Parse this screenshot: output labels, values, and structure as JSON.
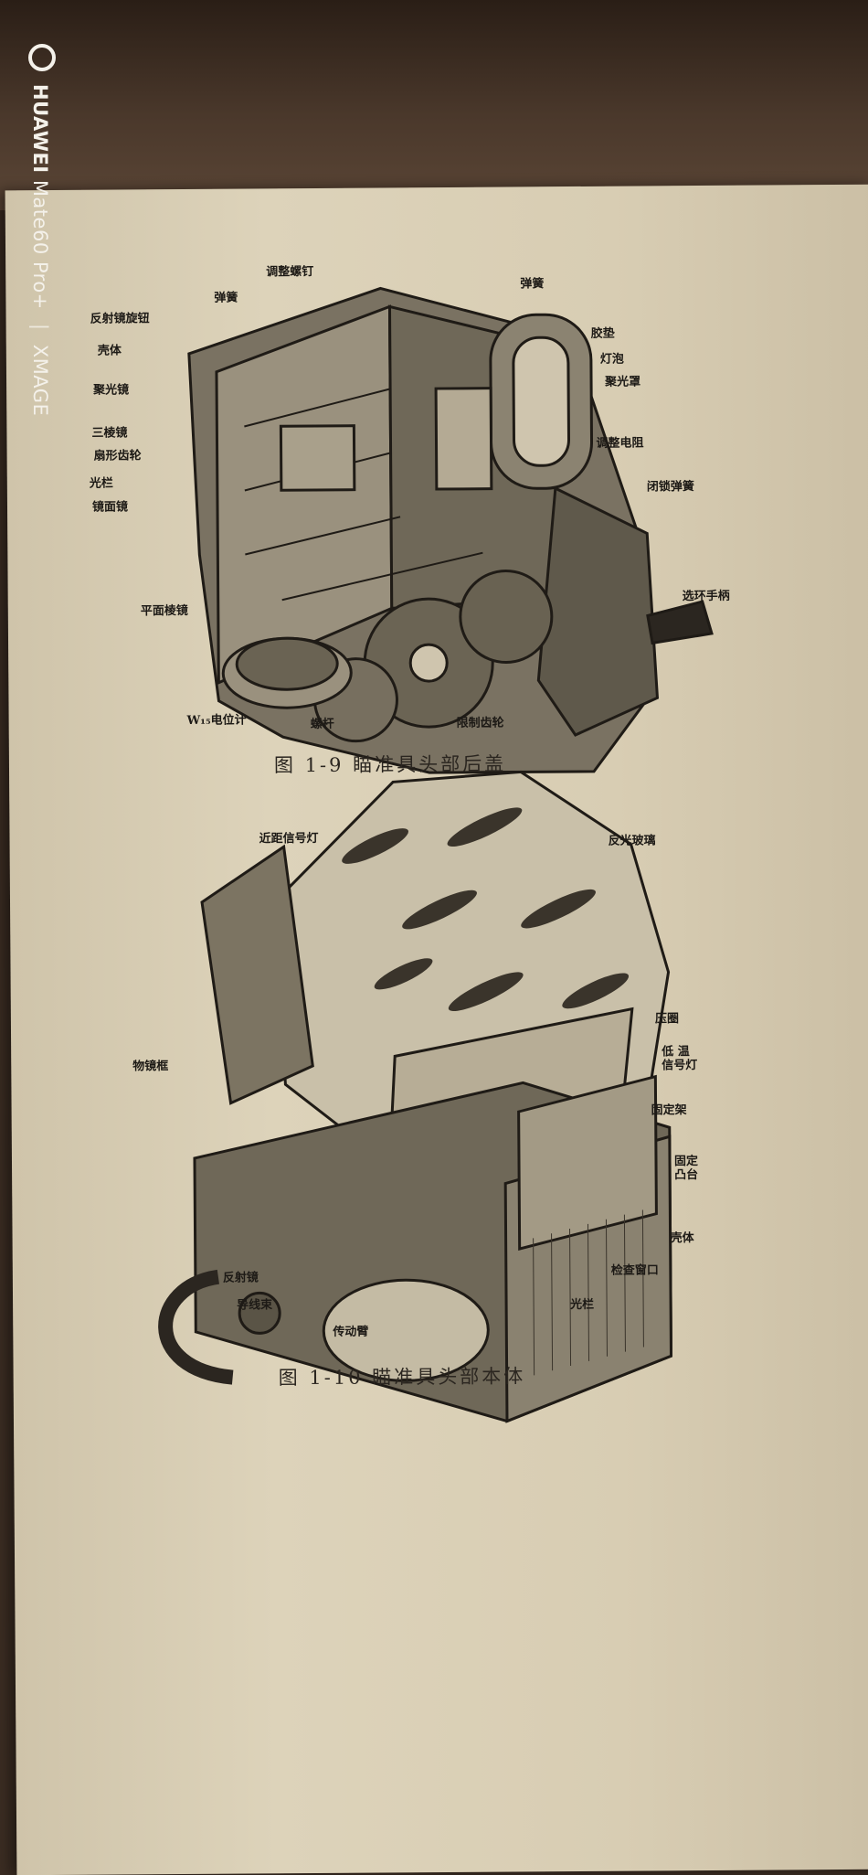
{
  "watermark": {
    "brand": "HUAWEI",
    "model": "Mate60 Pro+",
    "separator": "|",
    "camera": "XMAGE"
  },
  "figure_1_9": {
    "caption": "图 1-9   瞄准具头部后盖",
    "labels": {
      "adjust_screw": "调整螺钉",
      "spring_top": "弹簧",
      "spring_right": "弹簧",
      "reflector_knob": "反射镜旋钮",
      "housing": "壳体",
      "lamp_cover": "胶垫",
      "bulb": "灯泡",
      "condenser_cover": "聚光罩",
      "condenser_lens": "聚光镜",
      "triple_mirror": "三棱镜",
      "sector_gear": "扇形齿轮",
      "light_bar": "光栏",
      "mirror": "镜面镜",
      "adjust_resistor": "调整电阻",
      "lock_spring": "闭锁弹簧",
      "plane_prism": "平面棱镜",
      "selector_handle": "选环手柄",
      "potentiometer": "W₁₅电位计",
      "screw_rod": "螺杆",
      "limit_gear": "限制齿轮"
    }
  },
  "figure_1_10": {
    "caption": "图 1-10   瞄准具头部本体",
    "labels": {
      "near_signal_lamp": "近距信号灯",
      "reflective_glass": "反光玻璃",
      "pressure_plate": "压圈",
      "object_frame": "物镜框",
      "low_signal": "低 温\n信号灯",
      "fixed_frame": "固定架",
      "fixed_boss": "固定\n凸台",
      "housing": "壳体",
      "reflector": "反射镜",
      "wire_bundle": "导线束",
      "inspection_window": "检查窗口",
      "transmission_arm": "传动臂",
      "light_mark": "光栏"
    }
  }
}
